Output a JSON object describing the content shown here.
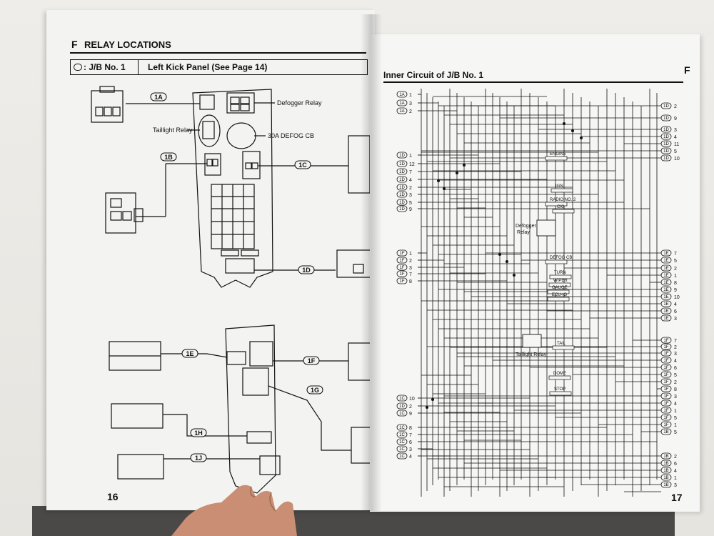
{
  "left_page": {
    "section_letter": "F",
    "section_title": "RELAY LOCATIONS",
    "jb_label": ": J/B No. 1",
    "location": "Left Kick Panel (See Page 14)",
    "page_number": "16",
    "labels": {
      "defogger_relay": "Defogger Relay",
      "taillight_relay": "Taillight Relay",
      "defog_cb": "30A DEFOG CB"
    },
    "connectors": [
      "1A",
      "1B",
      "1C",
      "1D",
      "1E",
      "1F",
      "1G",
      "1H",
      "1J"
    ]
  },
  "right_page": {
    "section_title": "Inner Circuit of J/B No. 1",
    "section_letter": "F",
    "page_number": "17",
    "components": {
      "engine": "ENGINE",
      "ign": "IGN",
      "radio": "RADIO NO. 2",
      "cig": "CIG",
      "defogger_relay": "Defogger Relay",
      "defog_cb": "DEFOG CB",
      "turn": "TURN",
      "wiper": "WIPER",
      "gauge": "GAUGE",
      "ecu": "ECU-IG",
      "tail": "TAIL",
      "taillight_relay": "Taillight Relay",
      "dome": "DOME",
      "stop": "STOP"
    },
    "left_pins": [
      {
        "conn": "1A",
        "pin": "1"
      },
      {
        "conn": "1A",
        "pin": "3"
      },
      {
        "conn": "1A",
        "pin": "2"
      },
      {
        "conn": "1D",
        "pin": "1"
      },
      {
        "conn": "1D",
        "pin": "12"
      },
      {
        "conn": "1D",
        "pin": "7"
      },
      {
        "conn": "1D",
        "pin": "4"
      },
      {
        "conn": "1D",
        "pin": "2"
      },
      {
        "conn": "1D",
        "pin": "3"
      },
      {
        "conn": "1D",
        "pin": "5"
      },
      {
        "conn": "1D",
        "pin": "9"
      },
      {
        "conn": "1F",
        "pin": "1"
      },
      {
        "conn": "1F",
        "pin": "2"
      },
      {
        "conn": "1F",
        "pin": "3"
      },
      {
        "conn": "1F",
        "pin": "7"
      },
      {
        "conn": "1F",
        "pin": "8"
      },
      {
        "conn": "1C",
        "pin": "10"
      },
      {
        "conn": "1D",
        "pin": "2"
      },
      {
        "conn": "1C",
        "pin": "9"
      },
      {
        "conn": "1C",
        "pin": "8"
      },
      {
        "conn": "1C",
        "pin": "7"
      },
      {
        "conn": "1C",
        "pin": "6"
      },
      {
        "conn": "1C",
        "pin": "3"
      },
      {
        "conn": "1C",
        "pin": "4"
      }
    ],
    "right_pins": [
      {
        "conn": "1D",
        "pin": "2"
      },
      {
        "conn": "1D",
        "pin": "9"
      },
      {
        "conn": "1D",
        "pin": "3"
      },
      {
        "conn": "1D",
        "pin": "4"
      },
      {
        "conn": "1D",
        "pin": "11"
      },
      {
        "conn": "1D",
        "pin": "5"
      },
      {
        "conn": "1D",
        "pin": "10"
      },
      {
        "conn": "1E",
        "pin": "7"
      },
      {
        "conn": "1E",
        "pin": "5"
      },
      {
        "conn": "1E",
        "pin": "2"
      },
      {
        "conn": "1E",
        "pin": "1"
      },
      {
        "conn": "1E",
        "pin": "8"
      },
      {
        "conn": "1E",
        "pin": "9"
      },
      {
        "conn": "1E",
        "pin": "10"
      },
      {
        "conn": "1E",
        "pin": "4"
      },
      {
        "conn": "1E",
        "pin": "6"
      },
      {
        "conn": "1E",
        "pin": "3"
      },
      {
        "conn": "1F",
        "pin": "7"
      },
      {
        "conn": "1F",
        "pin": "2"
      },
      {
        "conn": "1F",
        "pin": "3"
      },
      {
        "conn": "1F",
        "pin": "4"
      },
      {
        "conn": "1F",
        "pin": "6"
      },
      {
        "conn": "1F",
        "pin": "5"
      },
      {
        "conn": "1F",
        "pin": "2"
      },
      {
        "conn": "1F",
        "pin": "8"
      },
      {
        "conn": "1F",
        "pin": "3"
      },
      {
        "conn": "1F",
        "pin": "4"
      },
      {
        "conn": "1F",
        "pin": "1"
      },
      {
        "conn": "1F",
        "pin": "5"
      },
      {
        "conn": "1F",
        "pin": "1"
      },
      {
        "conn": "1B",
        "pin": "5"
      },
      {
        "conn": "1B",
        "pin": "2"
      },
      {
        "conn": "1B",
        "pin": "6"
      },
      {
        "conn": "1B",
        "pin": "4"
      },
      {
        "conn": "1B",
        "pin": "1"
      },
      {
        "conn": "1B",
        "pin": "3"
      }
    ]
  }
}
